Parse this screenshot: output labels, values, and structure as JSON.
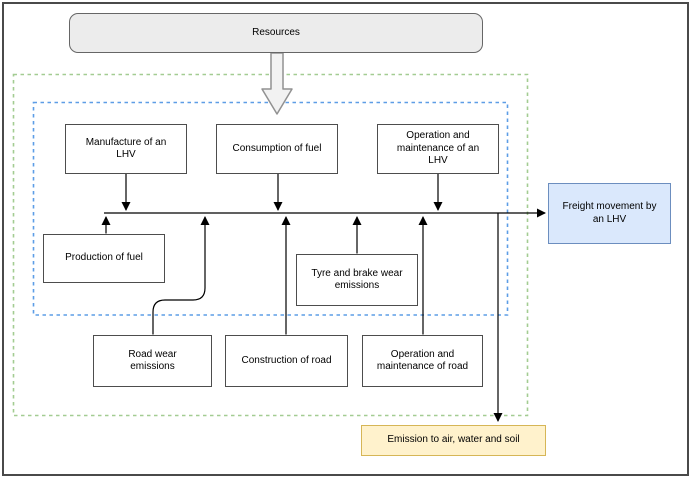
{
  "diagram": {
    "nodes": {
      "resources": {
        "label": "Resources",
        "fill": "#ececec",
        "border": "#666666"
      },
      "manufacture_lhv": {
        "label": "Manufacture of an\nLHV",
        "fill": "#ffffff",
        "border": "#4d4d4d"
      },
      "consumption_fuel": {
        "label": "Consumption of fuel",
        "fill": "#ffffff",
        "border": "#4d4d4d"
      },
      "operation_maintenance_lhv": {
        "label": "Operation and\nmaintenance of an\nLHV",
        "fill": "#ffffff",
        "border": "#4d4d4d"
      },
      "production_fuel": {
        "label": "Production of fuel",
        "fill": "#ffffff",
        "border": "#4d4d4d"
      },
      "tyre_brake_wear": {
        "label": "Tyre and brake wear\nemissions",
        "fill": "#ffffff",
        "border": "#4d4d4d"
      },
      "road_wear": {
        "label": "Road wear\nemissions",
        "fill": "#ffffff",
        "border": "#4d4d4d"
      },
      "construction_road": {
        "label": "Construction of road",
        "fill": "#ffffff",
        "border": "#4d4d4d"
      },
      "operation_maintenance_road": {
        "label": "Operation and\nmaintenance of road",
        "fill": "#ffffff",
        "border": "#4d4d4d"
      },
      "freight_movement": {
        "label": "Freight movement by\nan LHV",
        "fill": "#dae8fc",
        "border": "#6c8ebf"
      },
      "emission": {
        "label": "Emission to air, water and soil",
        "fill": "#fff2cc",
        "border": "#d6b656"
      }
    },
    "groups": {
      "outer_dashed_border_color": "#a3cc92",
      "inner_dashed_border_color": "#5d9de6"
    },
    "connector_color": "#000000",
    "block_arrow": {
      "fill": "#f2f2f2",
      "stroke": "#919191"
    },
    "frame_border_color": "#4a4a4a"
  }
}
